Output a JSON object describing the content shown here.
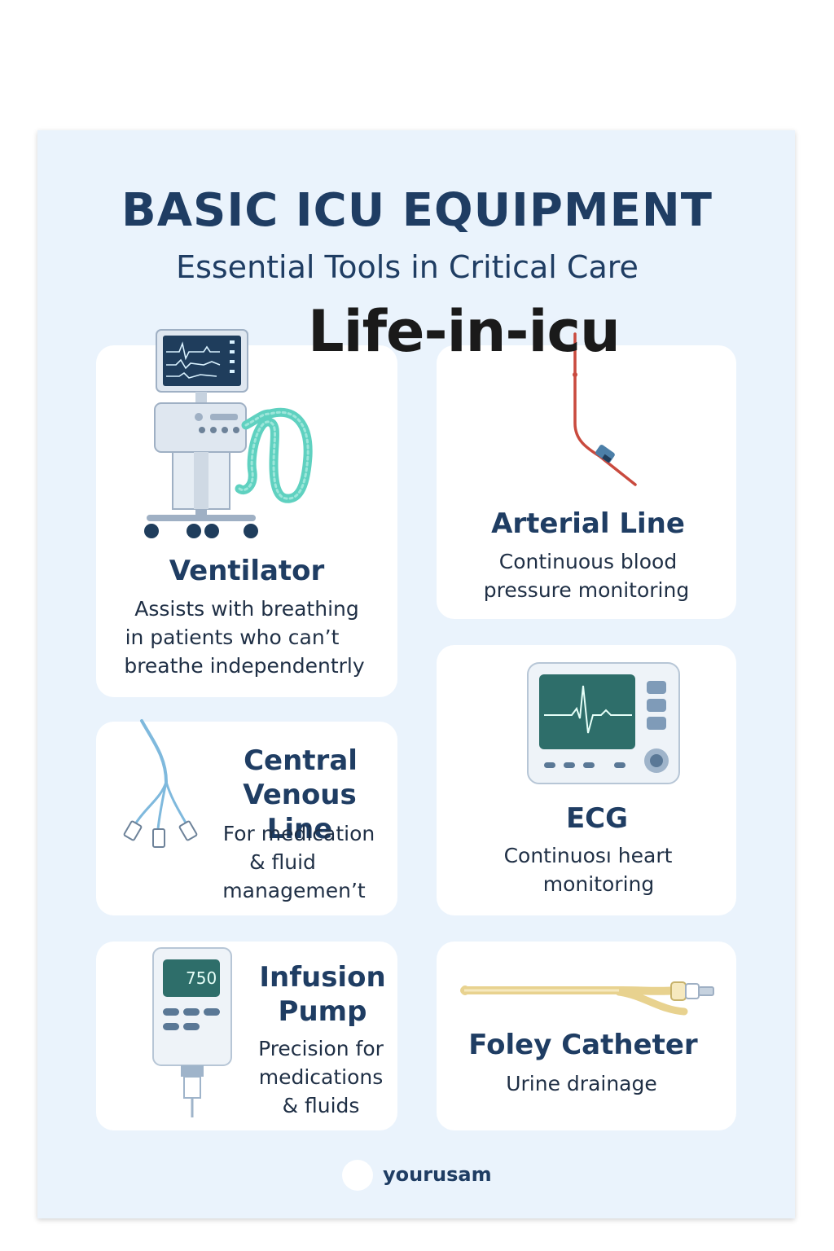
{
  "header": {
    "title": "BASIC ICU EQUIPMENT",
    "subtitle": "Essential Tools in Critical Care",
    "watermark": "Life-in-icu"
  },
  "cards": {
    "ventilator": {
      "title": "Ventilator",
      "desc": [
        "Assists with breathing",
        "in patients who can’t",
        "breathe independentrly"
      ]
    },
    "arterial": {
      "title": "Arterial Line",
      "desc": [
        "Continuous blood",
        "pressure monitoring"
      ]
    },
    "central": {
      "title": [
        "Central",
        "Venous Line"
      ],
      "desc": [
        "For medication",
        "& fluid",
        "managemen’t"
      ]
    },
    "ecg": {
      "title": "ECG",
      "desc": [
        "Continuosı heart",
        "monitoring"
      ]
    },
    "infusion": {
      "title": [
        "Infusion",
        "Pump"
      ],
      "desc": [
        "Precision for",
        "medications",
        "& fluids"
      ],
      "display": "750"
    },
    "foley": {
      "title": "Foley Catheter",
      "desc": "Urine drainage"
    }
  },
  "footer": {
    "brand": "yourusam"
  },
  "colors": {
    "navy": "#1f3d63",
    "panel": "#eaf3fc",
    "teal": "#2e6e6a",
    "tube": "#5fd1c0",
    "artery": "#c94a3e",
    "catheter": "#e8d28f"
  },
  "icons": [
    "ventilator-icon",
    "arterial-line-icon",
    "central-line-icon",
    "ecg-monitor-icon",
    "infusion-pump-icon",
    "foley-catheter-icon"
  ]
}
